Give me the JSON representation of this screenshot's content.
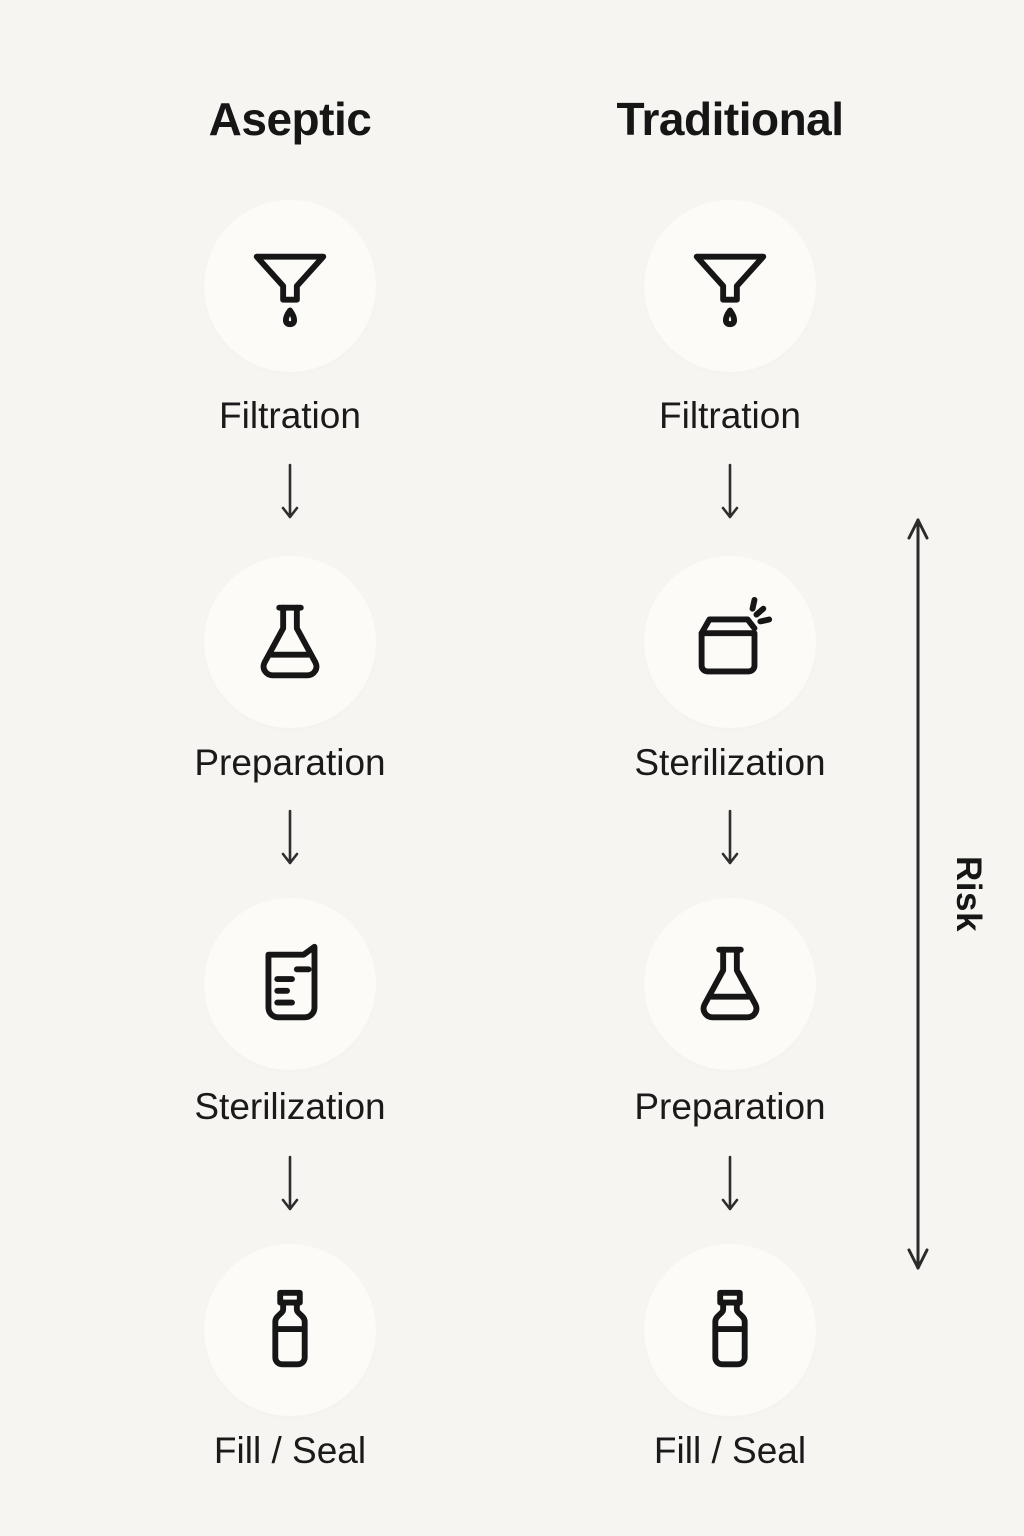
{
  "columns": [
    {
      "title": "Aseptic",
      "steps": [
        {
          "label": "Filtration",
          "icon": "funnel-icon"
        },
        {
          "label": "Preparation",
          "icon": "flask-icon"
        },
        {
          "label": "Sterilization",
          "icon": "beaker-icon"
        },
        {
          "label": "Fill / Seal",
          "icon": "bottle-icon"
        }
      ]
    },
    {
      "title": "Traditional",
      "steps": [
        {
          "label": "Filtration",
          "icon": "funnel-icon"
        },
        {
          "label": "Sterilization",
          "icon": "autoclave-icon"
        },
        {
          "label": "Preparation",
          "icon": "flask-icon"
        },
        {
          "label": "Fill / Seal",
          "icon": "bottle-icon"
        }
      ]
    }
  ],
  "risk_axis": {
    "label": "Risk"
  },
  "colors": {
    "background": "#f7f5f2",
    "icon_stroke": "#161616",
    "text": "#1a1a1a",
    "circle_fill": "#fcfbf8",
    "arrow": "#2e2e2e"
  }
}
